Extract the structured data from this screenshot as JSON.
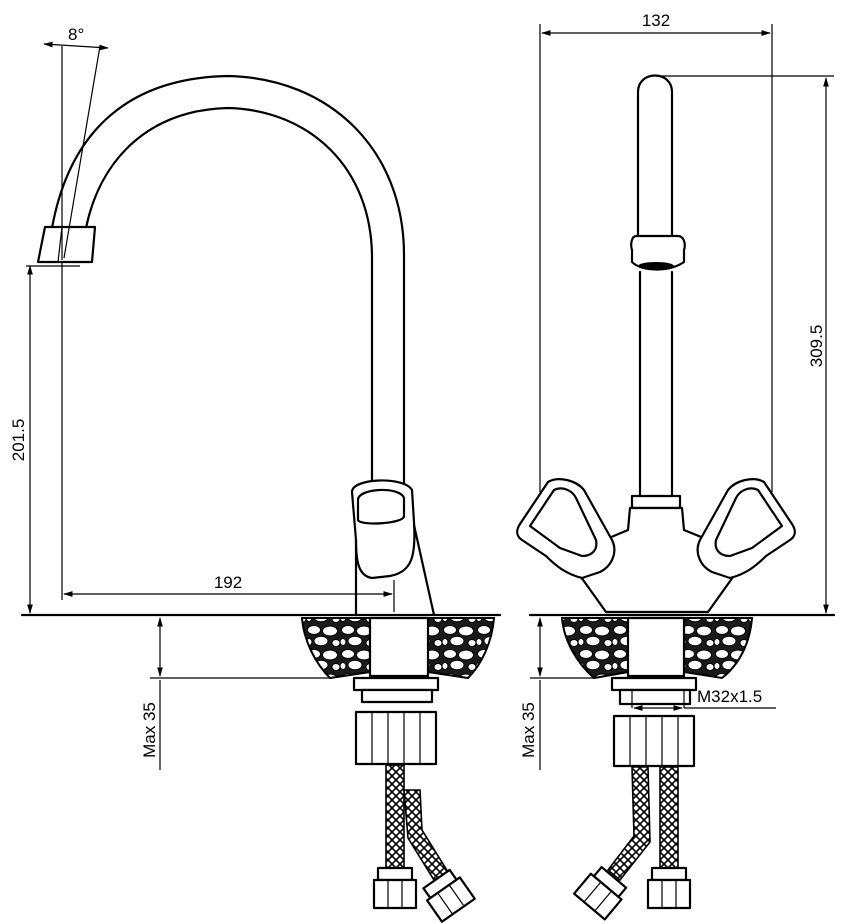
{
  "dimensions": {
    "angle": "8°",
    "spout_height": "201.5",
    "spout_reach": "192",
    "mount_max_left": "Max 35",
    "mount_max_right": "Max 35",
    "width": "132",
    "total_height": "309.5",
    "thread": "M32x1.5"
  }
}
